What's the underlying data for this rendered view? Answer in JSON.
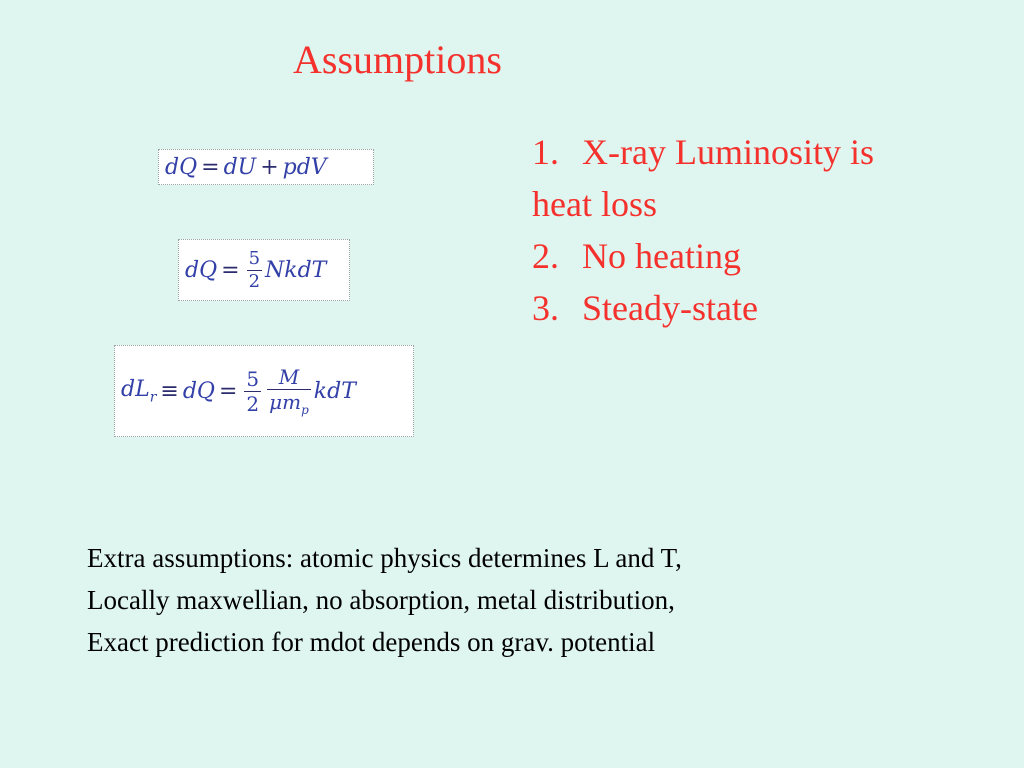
{
  "slide": {
    "title": "Assumptions",
    "list": [
      {
        "num": "1.",
        "text": "X-ray Luminosity is",
        "cont": "heat loss"
      },
      {
        "num": "2.",
        "text": "No heating"
      },
      {
        "num": "3.",
        "text": "Steady-state"
      }
    ],
    "equations": {
      "eq1": {
        "lhs": "dQ",
        "op1": "=",
        "t1": "dU",
        "op2": "+",
        "t2": "pdV"
      },
      "eq2": {
        "lhs": "dQ",
        "op1": "=",
        "num": "5",
        "den": "2",
        "rest": "NkdT"
      },
      "eq3": {
        "lhs": "dL",
        "sub": "r",
        "op1": "≡",
        "mid": "dQ",
        "op2": "=",
        "num1": "5",
        "den1": "2",
        "num2": "M",
        "den2": "μm",
        "den2sub": "p",
        "rest": "kdT"
      }
    },
    "extra_lines": [
      "Extra assumptions:  atomic physics determines L and T,",
      "Locally maxwellian, no absorption, metal distribution,",
      "Exact prediction for mdot depends on grav. potential"
    ],
    "colors": {
      "background": "#dff5ef",
      "accent": "#f4312c",
      "equation_ink": "#3340a8"
    }
  }
}
